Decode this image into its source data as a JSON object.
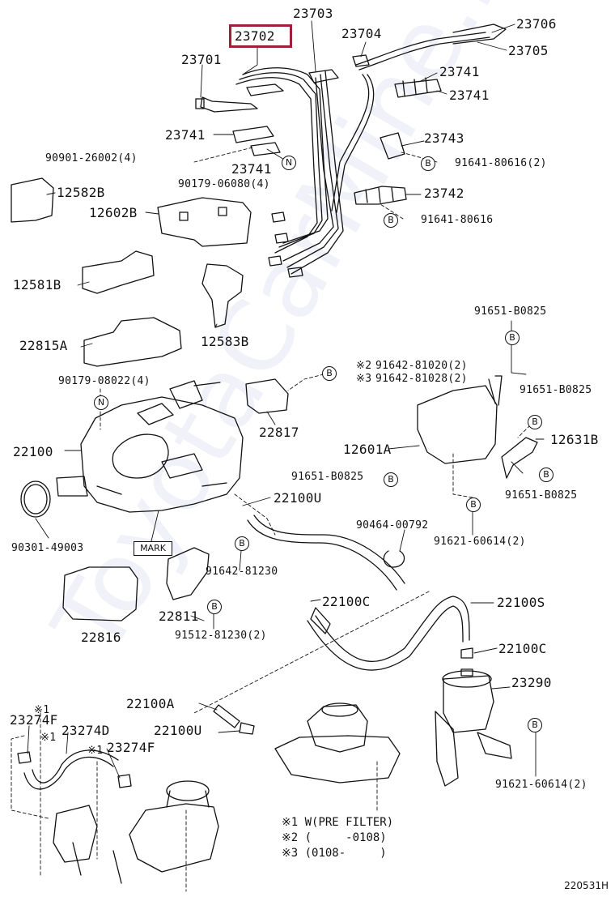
{
  "highlighted_part": "23702",
  "labels": {
    "p23703": "23703",
    "p23702": "23702",
    "p23704": "23704",
    "p23706": "23706",
    "p23705": "23705",
    "p23701": "23701",
    "p23741a": "23741",
    "p23741b": "23741",
    "p23741c": "23741",
    "p23741d": "23741",
    "p90901": "90901-26002(4)",
    "p23743": "23743",
    "p91641a": "91641-80616(2)",
    "p90179a": "90179-06080(4)",
    "p12582b": "12582B",
    "p23742": "23742",
    "p12602b": "12602B",
    "p91641b": "91641-80616",
    "p12581b": "12581B",
    "p91651a": "91651-B0825",
    "p12583b": "12583B",
    "p22815a": "22815A",
    "p91642a": "91642-81020(2)",
    "p91642b": "91642-81028(2)",
    "p90179b": "90179-08022(4)",
    "p91651b": "91651-B0825",
    "p22817": "22817",
    "p22100": "22100",
    "p12601a": "12601A",
    "p12631b": "12631B",
    "p91651c": "91651-B0825",
    "p91651d": "91651-B0825",
    "p22100u_a": "22100U",
    "p90464": "90464-00792",
    "p90301": "90301-49003",
    "p91621a": "91621-60614(2)",
    "p91642c": "91642-81230",
    "p22100c_a": "22100C",
    "p22100s": "22100S",
    "p22811": "22811",
    "p22816": "22816",
    "p91512": "91512-81230(2)",
    "p22100c_b": "22100C",
    "p23290": "23290",
    "p22100a": "22100A",
    "p23274f_a": "23274F",
    "p22100u_b": "22100U",
    "p23274d": "23274D",
    "p23274f_b": "23274F",
    "p91621b": "91621-60614(2)"
  },
  "markers": {
    "n": "N",
    "b": "B",
    "note1": "※1",
    "note2": "※2",
    "note3": "※3",
    "mark": "MARK"
  },
  "notes": {
    "line1": "※1 W(PRE FILTER)",
    "line2": "※2 (     -0108)",
    "line3": "※3 (0108-     )"
  },
  "diagram_code": "220531H",
  "watermark": "ToyotaCarMine.ru"
}
